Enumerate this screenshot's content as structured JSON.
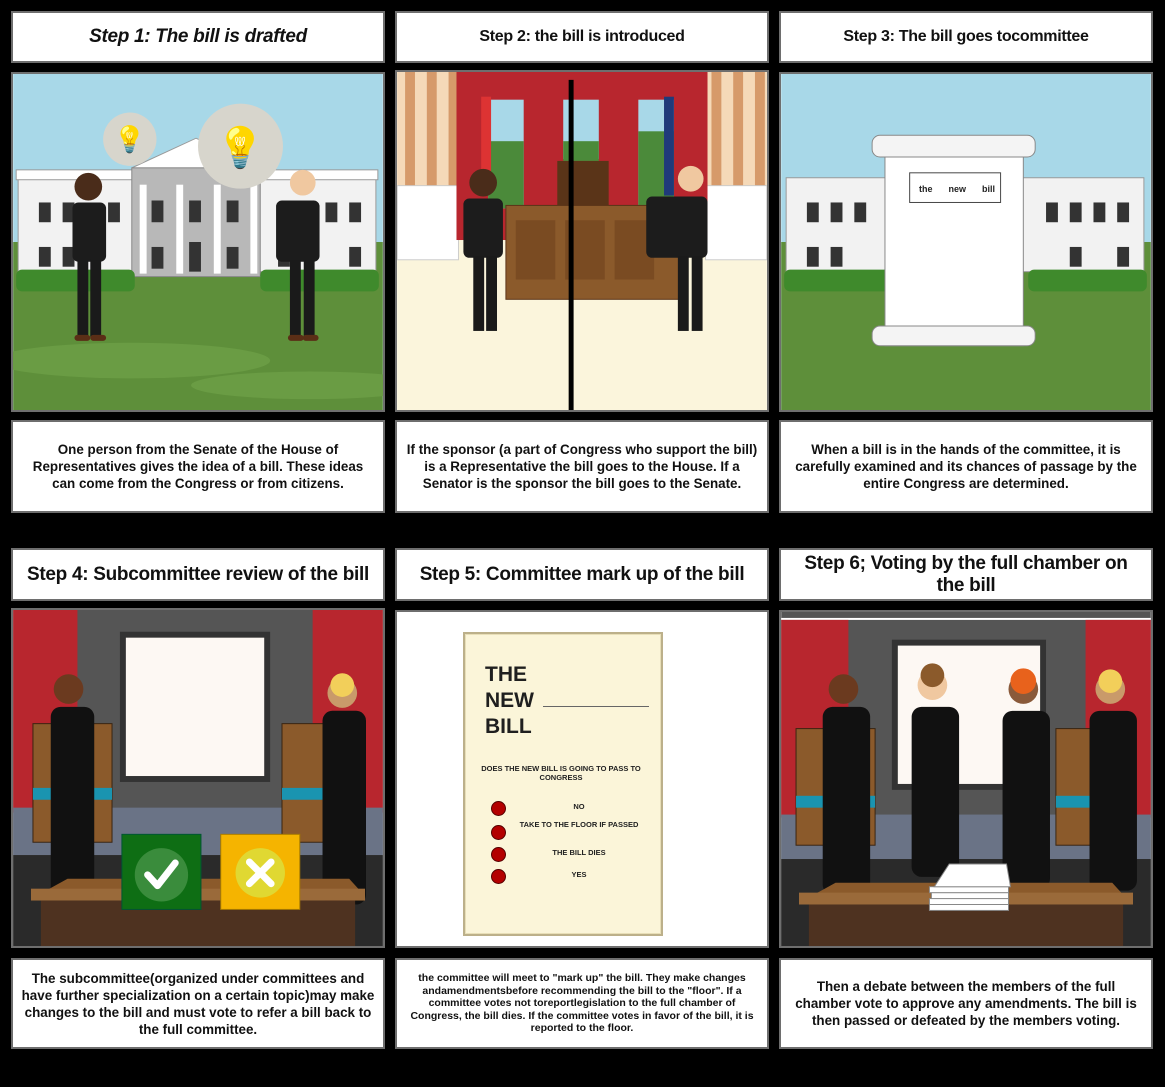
{
  "storyboard": {
    "panels": [
      {
        "step": 1,
        "title": "Step 1: The bill is drafted",
        "scene": "White House lawn, two men in suits with lightbulb idea bubbles",
        "description": "One person from the Senate of the House of Representatives gives the idea of a bill. These ideas can come from the Congress or from citizens."
      },
      {
        "step": 2,
        "title": "Step 2: the bill is introduced",
        "scene": "Oval Office with two men in suits separated by a vertical line",
        "description": "If the sponsor (a part of Congress who support the bill) is a Representative the bill goes to the House. If a Senator is the sponsor the bill goes to the Senate."
      },
      {
        "step": 3,
        "title": "Step 3: The bill goes tocommittee",
        "scene": "White House with a large scroll",
        "scroll_text": [
          "the",
          "new",
          "bill"
        ],
        "description": "When a bill is in the hands of the committee, it is carefully examined and its chances of passage by the entire Congress are determined."
      },
      {
        "step": 4,
        "title": "Step 4: Subcommittee review of the bill",
        "scene": "Stage with two robed members, podiums, and green check / yellow X ballot boxes",
        "description": "The subcommittee(organized under committees and have further specialization on a certain topic)may make changes to the bill and must vote to refer a bill back to the full committee."
      },
      {
        "step": 5,
        "title": "Step 5: Committee mark up of the bill",
        "scene": "Parchment bill document",
        "document": {
          "heading": [
            "THE",
            "NEW",
            "BILL"
          ],
          "question": "DOES THE NEW BILL IS GOING TO PASS TO CONGRESS",
          "options": [
            "NO",
            "TAKE TO THE FLOOR IF PASSED",
            "THE BILL DIES",
            "YES"
          ]
        },
        "description": "the committee will meet to \"mark up\" the bill. They make changes andamendmentsbefore recommending the bill to the \"floor\". If a committee votes not toreportlegislation to the full chamber of Congress, the bill dies. If the committee votes in favor of the bill, it is reported to the floor."
      },
      {
        "step": 6,
        "title": "Step 6; Voting by the full chamber on the bill",
        "scene": "Stage with four robed members and a stack of papers on a table",
        "description": "Then a debate between the members of the full chamber vote to approve any amendments. The bill is then passed or defeated by the members voting."
      }
    ]
  },
  "colors": {
    "background": "#000000",
    "panel_border": "#6e6e6e",
    "sky": "#a8d8e8",
    "grass": "#5e8f3a",
    "curtain_red": "#b8262e",
    "check_green": "#0e6e14",
    "x_yellow": "#f5b400",
    "parchment": "#fbf5d9",
    "radio_red": "#b30000"
  }
}
